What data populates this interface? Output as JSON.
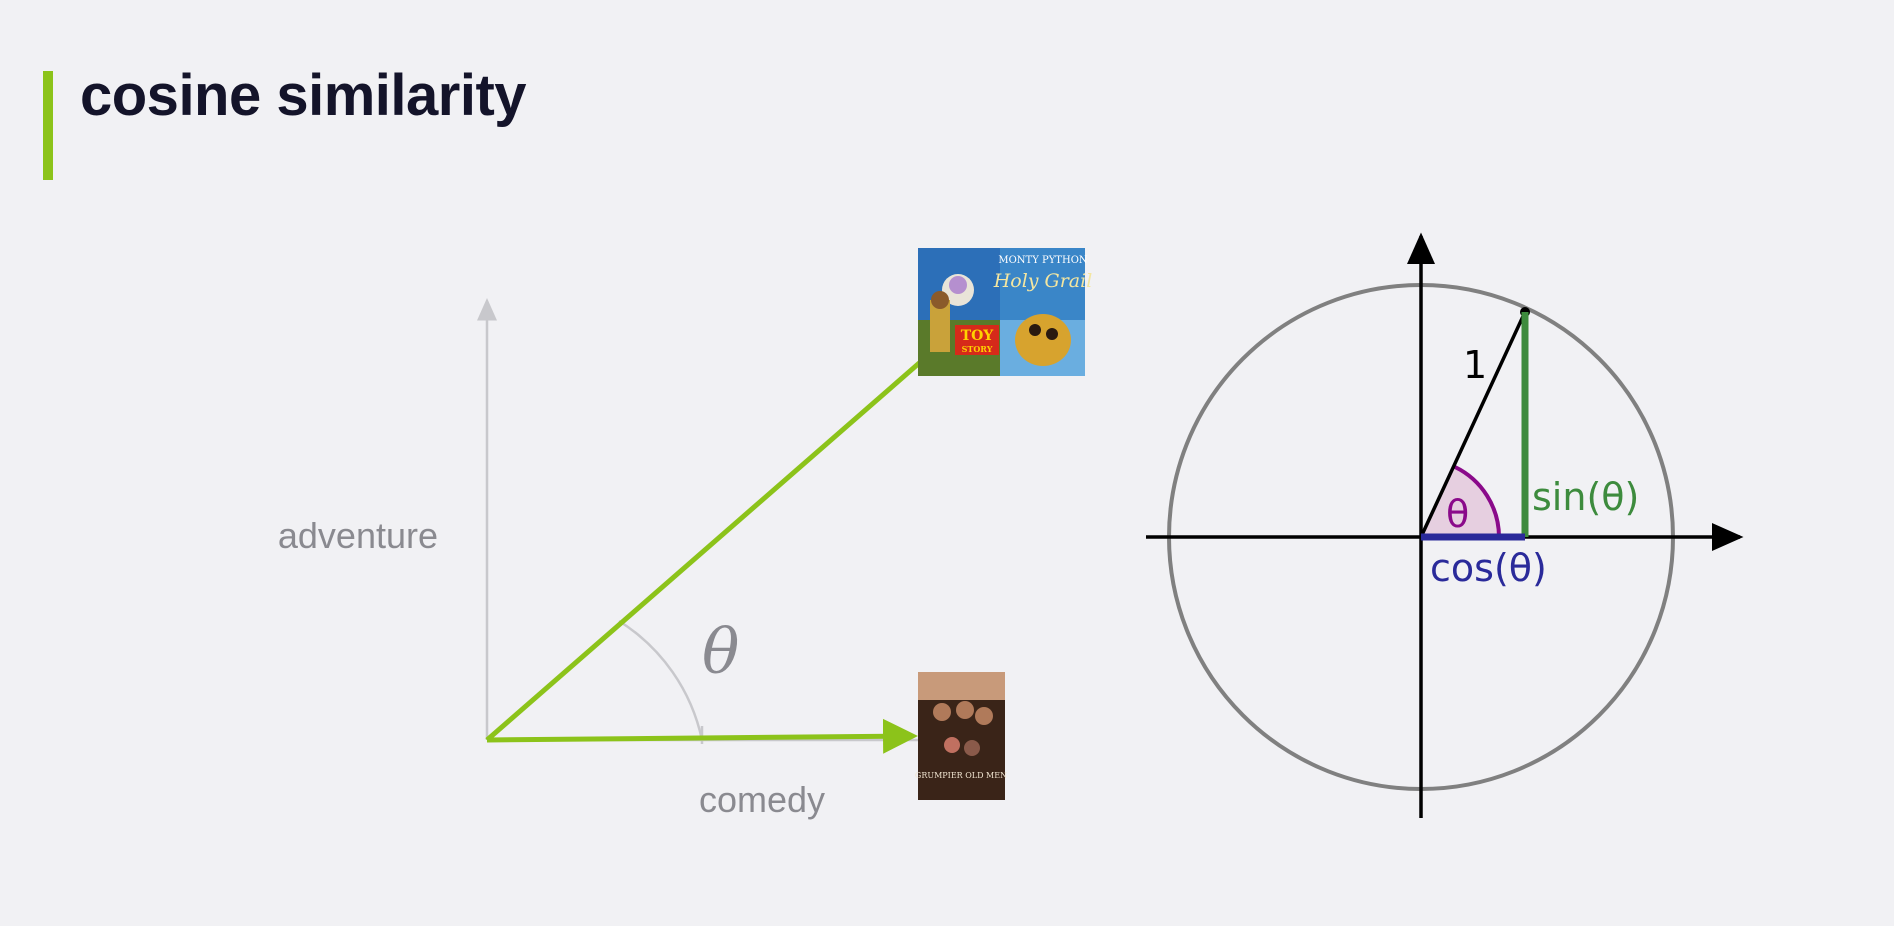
{
  "slide": {
    "title": "cosine similarity",
    "accent_color": "#8cc31a"
  },
  "left_diagram": {
    "y_axis_label": "adventure",
    "x_axis_label": "comedy",
    "angle_label": "θ",
    "vector_color": "#8cc31a",
    "axis_color": "#c8c8cc",
    "posters": [
      {
        "id": "toy-story",
        "text": [
          "TOY",
          "STORY"
        ]
      },
      {
        "id": "holy-grail",
        "text": [
          "MONTY PYTHON",
          "Holy Grail"
        ]
      },
      {
        "id": "grumpier-old-men",
        "text": [
          "GRUMPIER OLD MEN"
        ]
      }
    ]
  },
  "unit_circle": {
    "radius_label": "1",
    "angle_label": "θ",
    "sin_label": "sin(θ)",
    "cos_label": "cos(θ)",
    "sin_color": "#3d8b3d",
    "cos_color": "#2a2a9a",
    "angle_color": "#8a0a8a"
  }
}
